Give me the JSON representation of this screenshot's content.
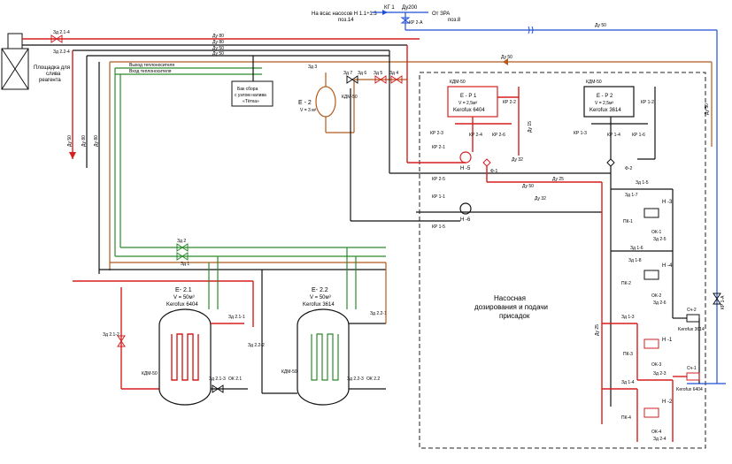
{
  "top": {
    "suction_label": "На всас насосов Н 1.1÷1.3",
    "suction_pos": "поз.14",
    "kg": "КГ 1",
    "du200": "Ду200",
    "from_label": "От ЗРА",
    "from_pos": "поз.8",
    "kr2a": "КР 2-А",
    "du50_top": "Ду 50"
  },
  "platform": {
    "line1": "Площадка для",
    "line2": "слива",
    "line3": "реагента"
  },
  "valve_labels": {
    "zd214": "Зд 2.1-4",
    "zd224": "Зд 2.2-4",
    "zd3": "Зд 3",
    "zd7": "Зд 7",
    "zd6": "Зд 6",
    "zd5": "Зд 5",
    "zd4": "Зд 4",
    "zd2": "Зд 2",
    "zd1": "Зд 1",
    "zd212": "Зд 2.1-2",
    "zd222": "Зд 2.2-2",
    "zd213": "Зд 2.1-3",
    "zd223": "Зд 2.2-3",
    "ok21": "ОК 2.1",
    "ok22": "ОК 2.2",
    "zd211": "Зд 2.1-1",
    "zd221": "Зд 2.2-1"
  },
  "pipes": {
    "du80a": "Ду 80",
    "du80b": "Ду 80",
    "du50a": "Ду 50",
    "du50b": "Ду 50",
    "du50c": "Ду 50",
    "du50d": "Ду 50",
    "du50e": "Ду 50",
    "du80c": "Ду 80",
    "du80d": "Ду 80",
    "du32a": "Ду 32",
    "du32b": "Ду 32",
    "du25a": "Ду 25",
    "du15a": "Ду 15",
    "du10": "Ду 10"
  },
  "heating": {
    "out": "Выход теплоносителя",
    "in": "Вход теплоносителя"
  },
  "box": {
    "line1": "Бак сбора",
    "line2": "с узлом налива",
    "line3": "«Тётка»"
  },
  "tank_e2": {
    "name": "Е - 2",
    "vol": "V = 3 м³"
  },
  "kdm50": "КДМ-50",
  "tank_ep1": {
    "name": "Е - Р 1",
    "vol": "V = 2,5м³",
    "fluid": "Kerofux 6404"
  },
  "tank_ep2": {
    "name": "Е - Р 2",
    "vol": "V = 2,5м³",
    "fluid": "Kerofux 3614"
  },
  "pumps": {
    "h5": "Н -5",
    "h6": "Н -6",
    "h1": "Н -1",
    "h2": "Н -2",
    "h3": "Н -3",
    "h4": "Н -4",
    "f1": "Ф-1",
    "f2": "Ф-2"
  },
  "kr_labels": {
    "kr11": "КР 1-1",
    "kr15": "КР 1-5",
    "kr21": "КР 2-1",
    "kr25": "КР 2-5",
    "kr23": "КР 2-3",
    "kr24": "КР 2-4",
    "kr26": "КР 2-6",
    "kr22": "КР 2-2",
    "kr13": "КР 1-3",
    "kr14": "КР 1-4",
    "kr16": "КР 1-6",
    "kr12": "КР 1-2",
    "kr1a": "КР 1-А"
  },
  "tank_e21": {
    "name": "Е- 2.1",
    "vol": "V = 50м³",
    "fluid": "Kerofux 6404"
  },
  "tank_e22": {
    "name": "Е- 2.2",
    "vol": "V = 50м³",
    "fluid": "Kerofux 3614"
  },
  "station": {
    "line1": "Насосная",
    "line2": "дозирования и подачи",
    "line3": "присадок"
  },
  "meters": {
    "sch1": "Сч-1",
    "sch1_fluid": "Kerofux 6404",
    "sch2": "Сч-2",
    "sch2_fluid": "Kerofux 3614"
  },
  "small_valves": {
    "zd15": "Зд 1-5",
    "zd16": "Зд 1-6",
    "zd17": "Зд 1-7",
    "zd18": "Зд 1-8",
    "zd25": "Зд 2-5",
    "zd26": "Зд 2-6",
    "zd13": "Зд 1-3",
    "zd14": "Зд 1-4",
    "zd23": "Зд 2-3",
    "zd24": "Зд 2-4",
    "pk1": "ПК-1",
    "pk2": "ПК-2",
    "pk3": "ПК-3",
    "pk4": "ПК-4",
    "ok1": "ОК-1",
    "ok2": "ОК-2",
    "ok3": "ОК-3",
    "ok4": "ОК-4"
  }
}
